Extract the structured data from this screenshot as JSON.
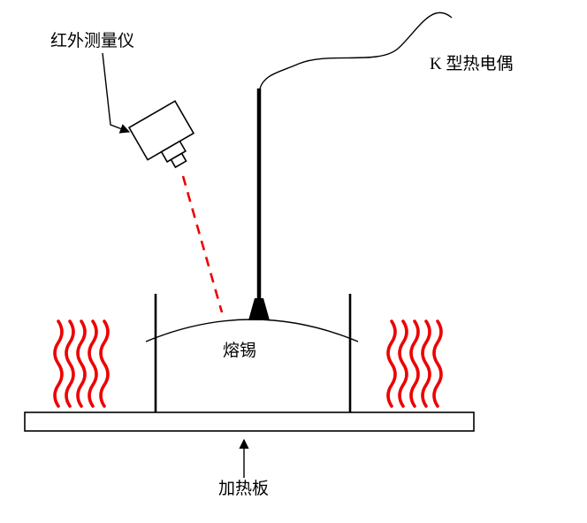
{
  "diagram": {
    "title": "solder-temperature-measurement-setup",
    "labels": {
      "infrared": "红外测量仪",
      "thermocouple": "K 型热电偶",
      "solder": "熔锡",
      "plate": "加热板"
    },
    "colors": {
      "heat": "#ee0000",
      "laser": "#ee0000",
      "ink": "#000000",
      "background": "#ffffff"
    }
  }
}
